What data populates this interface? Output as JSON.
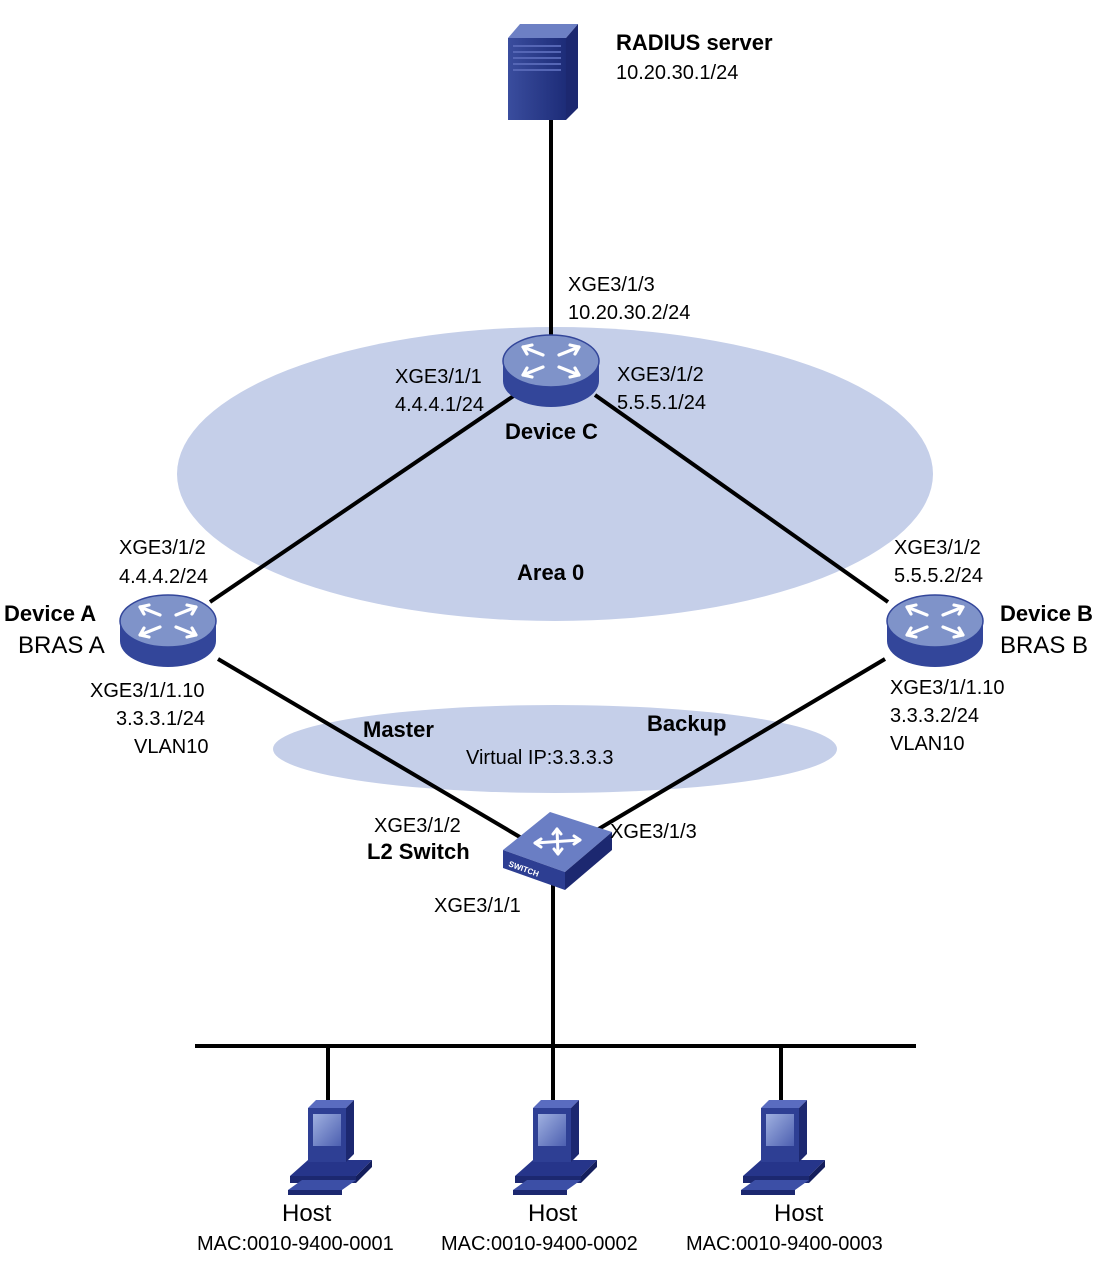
{
  "colors": {
    "area": "#c5cfe9",
    "router_top": "#7f93c9",
    "router_side": "#33469a",
    "link": "#000000"
  },
  "radius": {
    "title": "RADIUS server",
    "ip": "10.20.30.1/24"
  },
  "device_c": {
    "name": "Device C",
    "port3": "XGE3/1/3",
    "port3_ip": "10.20.30.2/24",
    "port1": "XGE3/1/1",
    "port1_ip": "4.4.4.1/24",
    "port2": "XGE3/1/2",
    "port2_ip": "5.5.5.1/24"
  },
  "area0": {
    "label": "Area 0"
  },
  "device_a": {
    "name": "Device A",
    "role": "BRAS A",
    "up_port": "XGE3/1/2",
    "up_ip": "4.4.4.2/24",
    "down_port": "XGE3/1/1.10",
    "down_ip": "3.3.3.1/24",
    "vlan": "VLAN10"
  },
  "device_b": {
    "name": "Device B",
    "role": "BRAS B",
    "up_port": "XGE3/1/2",
    "up_ip": "5.5.5.2/24",
    "down_port": "XGE3/1/1.10",
    "down_ip": "3.3.3.2/24",
    "vlan": "VLAN10"
  },
  "vrrp": {
    "master": "Master",
    "backup": "Backup",
    "virtual_ip": "Virtual IP:3.3.3.3"
  },
  "switch": {
    "name": "L2 Switch",
    "badge": "SWITCH",
    "port_a": "XGE3/1/2",
    "port_b": "XGE3/1/3",
    "port_down": "XGE3/1/1"
  },
  "hosts": [
    {
      "label": "Host",
      "mac": "MAC:0010-9400-0001"
    },
    {
      "label": "Host",
      "mac": "MAC:0010-9400-0002"
    },
    {
      "label": "Host",
      "mac": "MAC:0010-9400-0003"
    }
  ]
}
